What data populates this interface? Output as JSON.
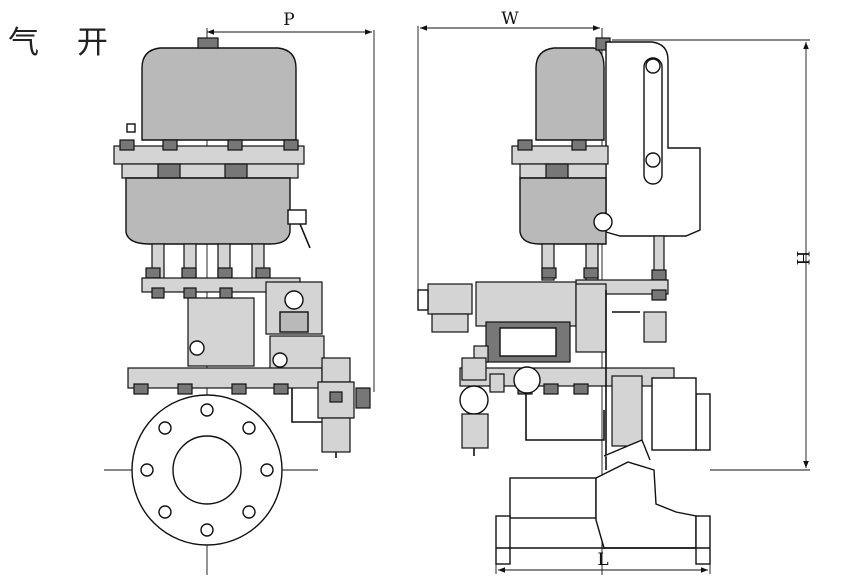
{
  "title": "气 开",
  "dimensions": {
    "p": "P",
    "w": "W",
    "h": "H",
    "l": "L"
  }
}
